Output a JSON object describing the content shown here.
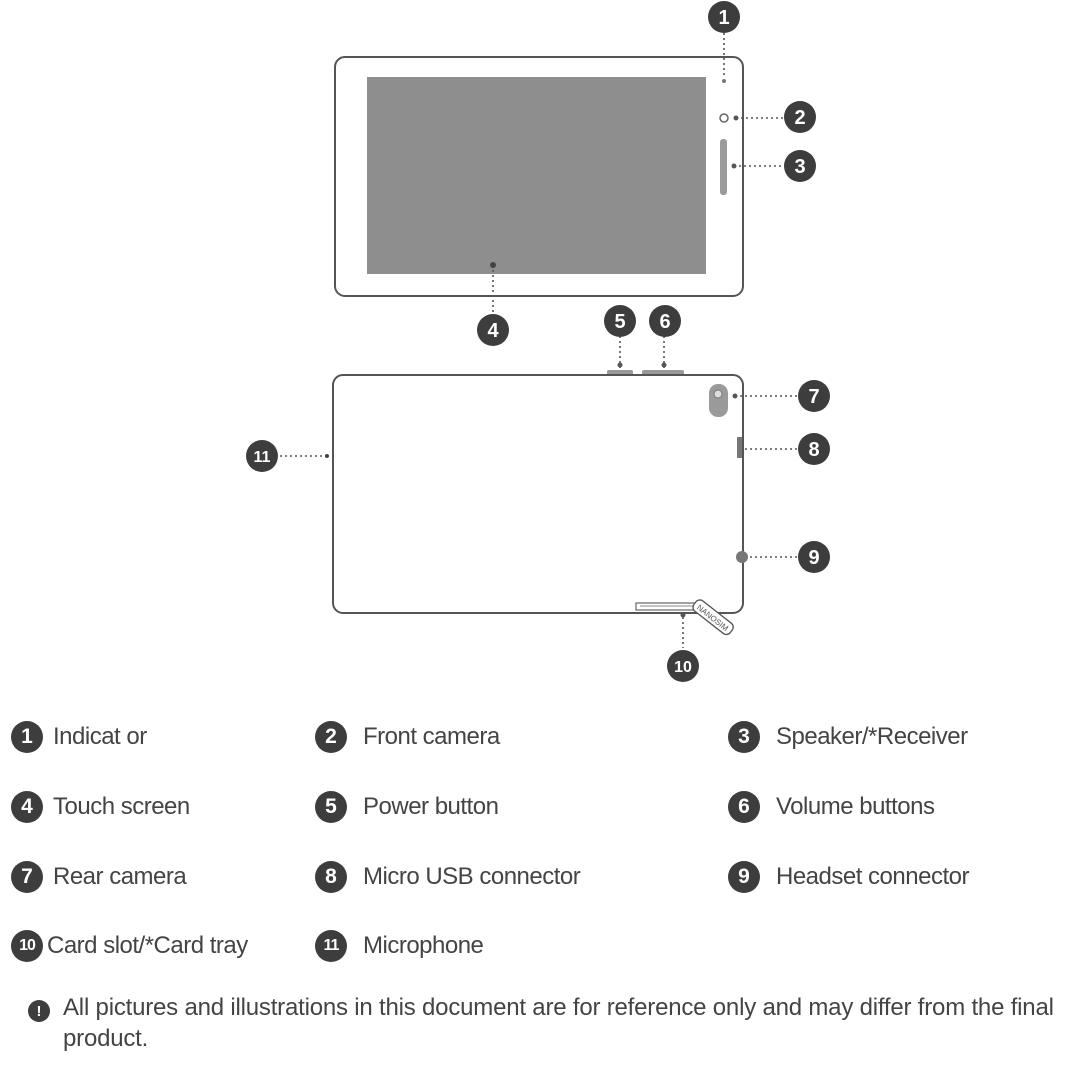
{
  "callouts": [
    "1",
    "2",
    "3",
    "4",
    "5",
    "6",
    "7",
    "8",
    "9",
    "10",
    "11"
  ],
  "legend": [
    {
      "num": "1",
      "label": "Indicat or"
    },
    {
      "num": "2",
      "label": "Front camera"
    },
    {
      "num": "3",
      "label": "Speaker/*Receiver"
    },
    {
      "num": "4",
      "label": "Touch screen"
    },
    {
      "num": "5",
      "label": "Power button"
    },
    {
      "num": "6",
      "label": "Volume buttons"
    },
    {
      "num": "7",
      "label": "Rear camera"
    },
    {
      "num": "8",
      "label": "Micro USB connector"
    },
    {
      "num": "9",
      "label": "Headset connector"
    },
    {
      "num": "10",
      "label": "Card slot/*Card tray"
    },
    {
      "num": "11",
      "label": "Microphone"
    }
  ],
  "tray_label": "NANOSIM",
  "note": {
    "icon": "exclamation-icon",
    "text": "All pictures and illustrations in this document are for reference only and may differ from the final product."
  },
  "colors": {
    "badge": "#3d3d3d",
    "outline": "#555555",
    "screen": "#8c8c8c",
    "text": "#444444"
  }
}
